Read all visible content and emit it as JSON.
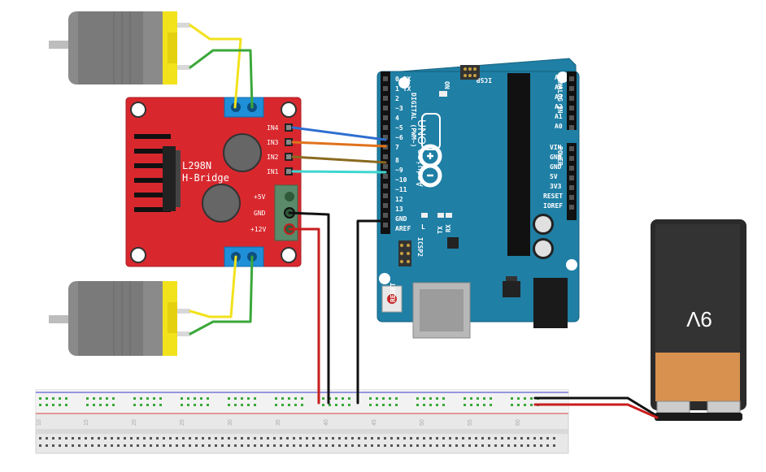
{
  "hbridge": {
    "title_line1": "L298N",
    "title_line2": "H-Bridge",
    "pins": {
      "in4": "IN4",
      "in3": "IN3",
      "in2": "IN2",
      "in1": "IN1",
      "v5": "+5V",
      "gnd": "GND",
      "v12": "+12V"
    },
    "color": "#d8282e"
  },
  "arduino": {
    "brand": "Arduino",
    "model": "UNO",
    "digital_label": "DIGITAL (PWM~)",
    "analog_label": "ANALOG IN",
    "power_label": "POWER",
    "icsp_label": "ICSP",
    "icsp2_label": "ICSP2",
    "on_label": "ON",
    "reset_label": "RESET",
    "l_label": "L",
    "tx_label": "TX",
    "rx_label": "RX",
    "aref_label": "AREF",
    "gnd_label": "GND",
    "digital_pins": [
      "0 RX",
      "1 TX",
      "2",
      "~3",
      "4",
      "~5",
      "~6",
      "7",
      "8",
      "~9",
      "~10",
      "~11",
      "12",
      "13"
    ],
    "analog_pins": [
      "A5",
      "A4",
      "A3",
      "A2",
      "A1",
      "A0"
    ],
    "power_pins": [
      "VIN",
      "GND",
      "GND",
      "5V",
      "3V3",
      "RESET",
      "IOREF"
    ],
    "color": "#1f7fa5"
  },
  "battery": {
    "label": "9V"
  },
  "breadboard": {
    "numbers": [
      "10",
      "15",
      "20",
      "25",
      "30",
      "35",
      "40",
      "45",
      "50",
      "55",
      "60"
    ]
  },
  "wire_colors": {
    "in4": "#2f6fd0",
    "in3": "#e0721c",
    "in2": "#8a6a1e",
    "in1": "#3fd6d0",
    "yellow": "#f2e21c",
    "green": "#3aa83a",
    "black": "#111111",
    "red": "#c81d1d"
  }
}
